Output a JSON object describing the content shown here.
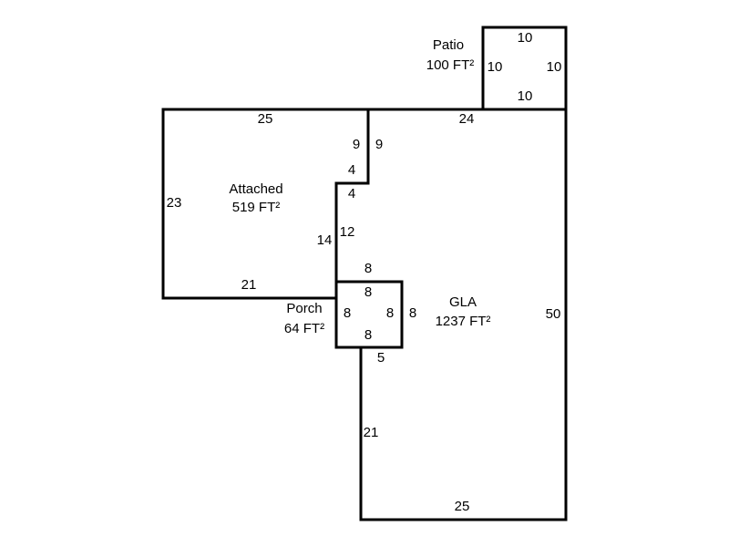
{
  "areas": {
    "patio": {
      "name": "Patio",
      "area": "100 FT²"
    },
    "attached": {
      "name": "Attached",
      "area": "519 FT²"
    },
    "porch": {
      "name": "Porch",
      "area": "64 FT²"
    },
    "gla": {
      "name": "GLA",
      "area": "1237 FT²"
    }
  },
  "dims": {
    "patio_top": "10",
    "patio_left": "10",
    "patio_right": "10",
    "patio_bottom": "10",
    "top_24": "24",
    "att_top": "25",
    "att_left": "23",
    "att_bottom": "21",
    "att_9_in": "9",
    "att_9_out": "9",
    "att_4_in": "4",
    "att_4_out": "4",
    "att_14": "14",
    "att_12": "12",
    "porch_out_top": "8",
    "porch_top": "8",
    "porch_left": "8",
    "porch_right": "8",
    "porch_out_right": "8",
    "porch_bottom": "8",
    "gla_5": "5",
    "gla_21": "21",
    "gla_50": "50",
    "gla_25": "25"
  }
}
